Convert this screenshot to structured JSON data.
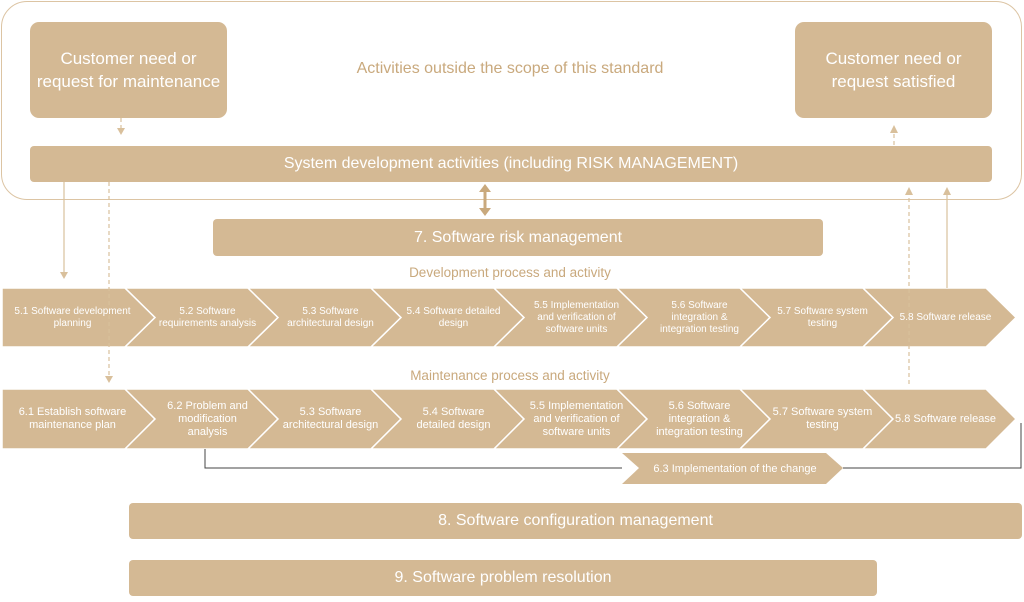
{
  "scope_label": "Activities outside the scope of this standard",
  "customer_need": "Customer need or request for maintenance",
  "customer_satisfied": "Customer need or request satisfied",
  "system_dev": "System development activities (including RISK MANAGEMENT)",
  "risk_mgmt": "7. Software risk management",
  "dev_label": "Development process and activity",
  "maint_label": "Maintenance process and activity",
  "dev_steps": [
    "5.1 Software development planning",
    "5.2 Software requirements analysis",
    "5.3 Software architectural design",
    "5.4 Software detailed design",
    "5.5 Implementation and verification of software units",
    "5.6 Software integration & integration testing",
    "5.7 Software system testing",
    "5.8 Software release"
  ],
  "maint_steps": [
    "6.1 Establish software maintenance plan",
    "6.2 Problem and modification analysis",
    "5.3 Software architectural design",
    "5.4 Software detailed design",
    "5.5 Implementation and verification of software units",
    "5.6 Software integration & integration testing",
    "5.7 Software system testing",
    "5.8 Software release"
  ],
  "implementation_change": "6.3 Implementation of the change",
  "config_mgmt": "8. Software configuration management",
  "problem_resolution": "9. Software problem resolution",
  "colors": {
    "fill": "#d4b994",
    "text_accent": "#c9a97d",
    "line": "#d9c09c",
    "dark_line": "#444444"
  }
}
